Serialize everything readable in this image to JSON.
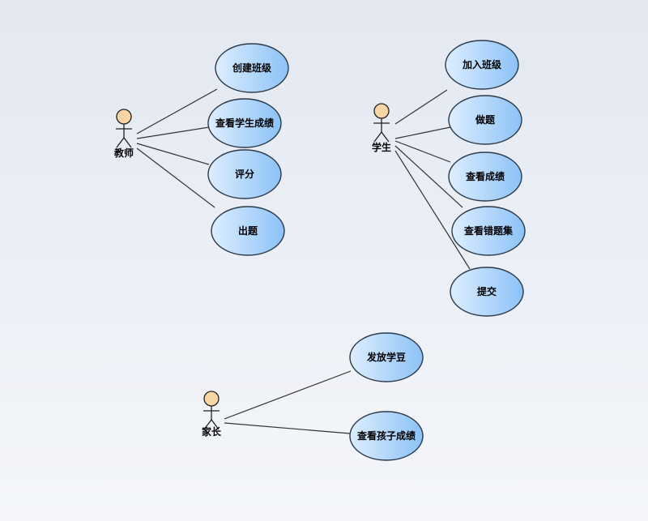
{
  "colors": {
    "usecase_fill_light": "#ddeeff",
    "usecase_fill_dark": "#8cc2f7",
    "usecase_stroke": "#2b3a4a",
    "actor_head": "#f8d6a4",
    "line": "#333333"
  },
  "actors": [
    {
      "id": "teacher",
      "label": "教师"
    },
    {
      "id": "student",
      "label": "学生"
    },
    {
      "id": "parent",
      "label": "家长"
    }
  ],
  "usecases": [
    {
      "id": "create-class",
      "label": "创建班级",
      "actor": "teacher"
    },
    {
      "id": "view-student-scores",
      "label": "查看学生成绩",
      "actor": "teacher"
    },
    {
      "id": "grade",
      "label": "评分",
      "actor": "teacher"
    },
    {
      "id": "set-questions",
      "label": "出题",
      "actor": "teacher"
    },
    {
      "id": "join-class",
      "label": "加入班级",
      "actor": "student"
    },
    {
      "id": "do-questions",
      "label": "做题",
      "actor": "student"
    },
    {
      "id": "view-scores",
      "label": "查看成绩",
      "actor": "student"
    },
    {
      "id": "view-wrong-set",
      "label": "查看错题集",
      "actor": "student"
    },
    {
      "id": "submit",
      "label": "提交",
      "actor": "student"
    },
    {
      "id": "give-beans",
      "label": "发放学豆",
      "actor": "parent"
    },
    {
      "id": "view-child-scores",
      "label": "查看孩子成绩",
      "actor": "parent"
    }
  ]
}
